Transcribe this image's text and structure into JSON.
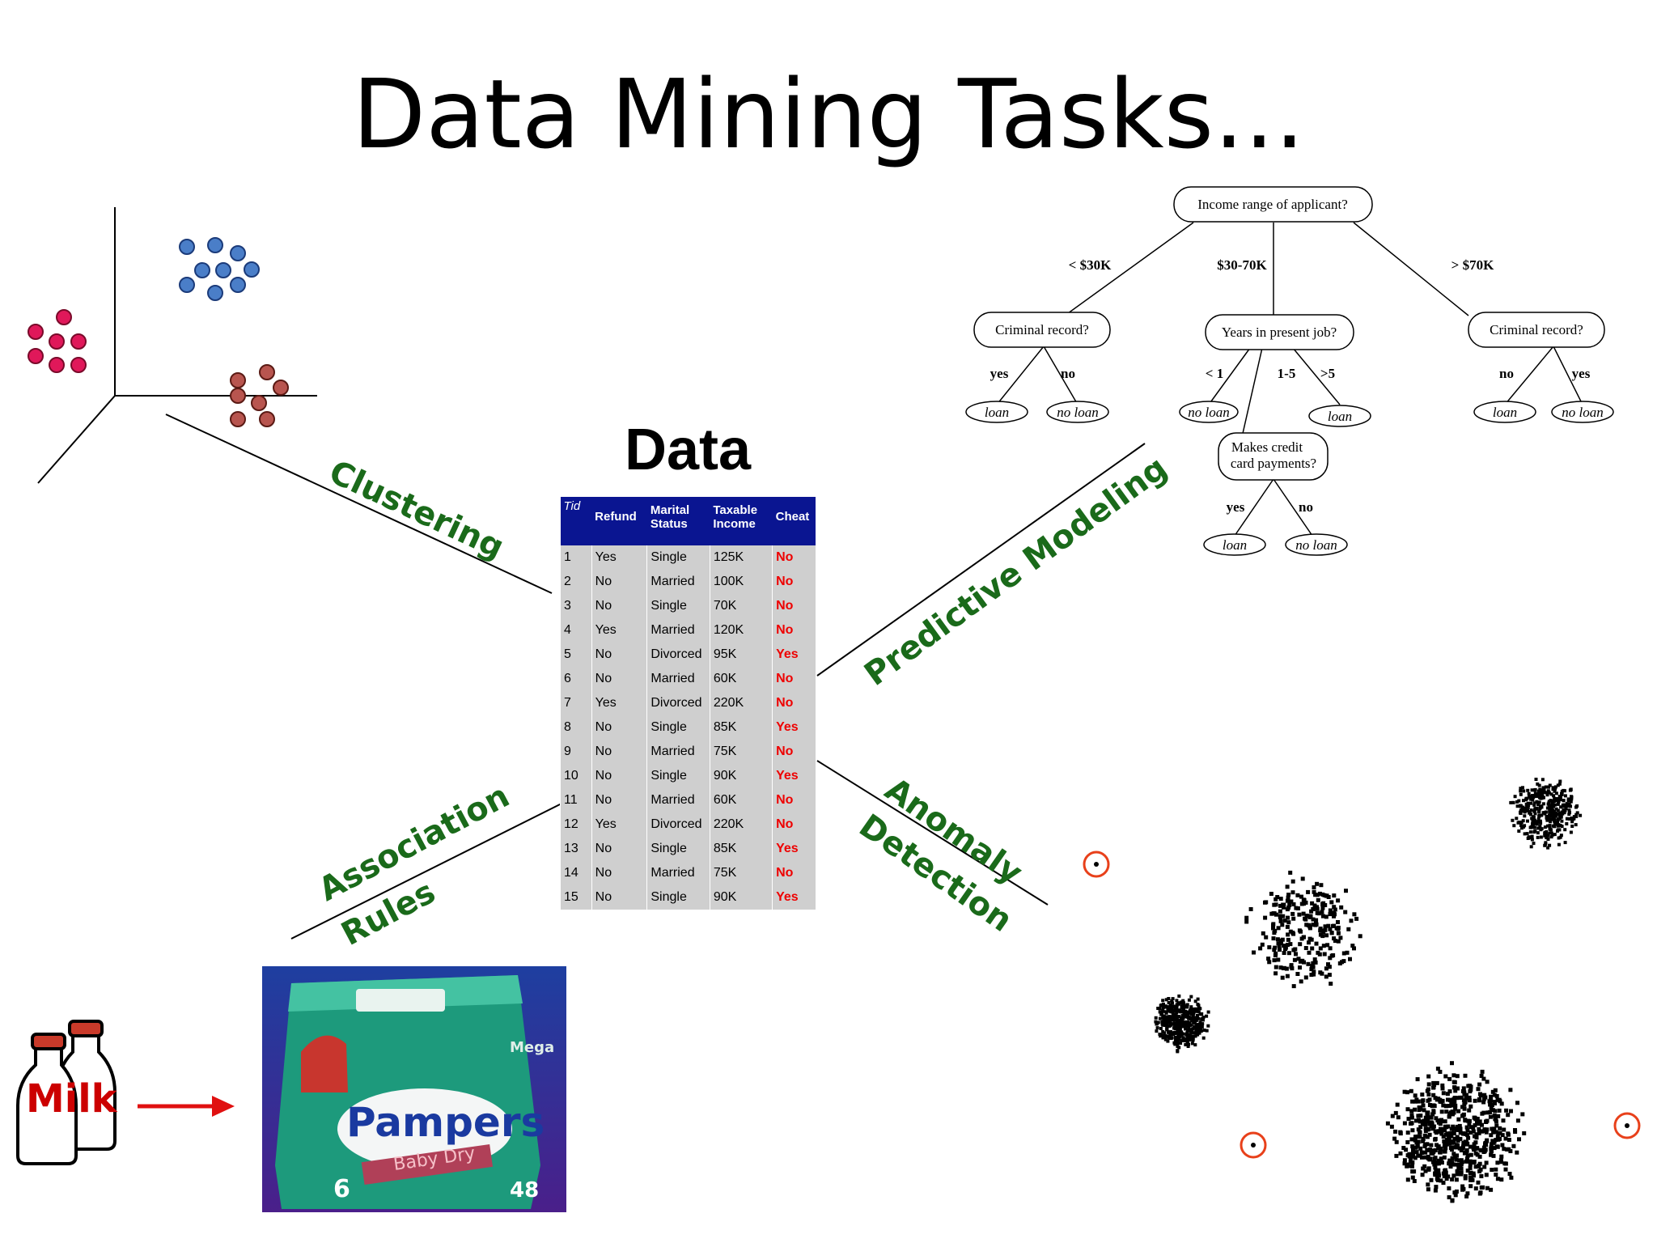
{
  "title": "Data Mining Tasks...",
  "center": {
    "heading": "Data",
    "table": {
      "headers": [
        "Tid",
        "Refund",
        "Marital Status",
        "Taxable Income",
        "Cheat"
      ],
      "rows": [
        [
          "1",
          "Yes",
          "Single",
          "125K",
          "No"
        ],
        [
          "2",
          "No",
          "Married",
          "100K",
          "No"
        ],
        [
          "3",
          "No",
          "Single",
          "70K",
          "No"
        ],
        [
          "4",
          "Yes",
          "Married",
          "120K",
          "No"
        ],
        [
          "5",
          "No",
          "Divorced",
          "95K",
          "Yes"
        ],
        [
          "6",
          "No",
          "Married",
          "60K",
          "No"
        ],
        [
          "7",
          "Yes",
          "Divorced",
          "220K",
          "No"
        ],
        [
          "8",
          "No",
          "Single",
          "85K",
          "Yes"
        ],
        [
          "9",
          "No",
          "Married",
          "75K",
          "No"
        ],
        [
          "10",
          "No",
          "Single",
          "90K",
          "Yes"
        ],
        [
          "11",
          "No",
          "Married",
          "60K",
          "No"
        ],
        [
          "12",
          "Yes",
          "Divorced",
          "220K",
          "No"
        ],
        [
          "13",
          "No",
          "Single",
          "85K",
          "Yes"
        ],
        [
          "14",
          "No",
          "Married",
          "75K",
          "No"
        ],
        [
          "15",
          "No",
          "Single",
          "90K",
          "Yes"
        ]
      ]
    }
  },
  "tasks": {
    "clustering": "Clustering",
    "predictive": "Predictive Modeling",
    "association_1": "Association",
    "association_2": "Rules",
    "anomaly_1": "Anomaly",
    "anomaly_2": "Detection"
  },
  "decision_tree": {
    "root": "Income range of applicant?",
    "branches": [
      "< $30K",
      "$30-70K",
      "> $70K"
    ],
    "left": {
      "question": "Criminal record?",
      "edges": [
        "yes",
        "no"
      ],
      "leaves": [
        "loan",
        "no loan"
      ]
    },
    "middle": {
      "question": "Years in present job?",
      "edges": [
        "< 1",
        "1-5",
        ">5"
      ],
      "leaves": [
        "no loan",
        "loan"
      ]
    },
    "right": {
      "question": "Criminal record?",
      "edges": [
        "no",
        "yes"
      ],
      "leaves": [
        "loan",
        "no loan"
      ]
    },
    "sub": {
      "question_1": "Makes credit",
      "question_2": "card payments?",
      "edges": [
        "yes",
        "no"
      ],
      "leaves": [
        "loan",
        "no loan"
      ]
    }
  },
  "association": {
    "milk_label": "Milk",
    "product_brand": "Pampers",
    "product_sub": "Baby Dry",
    "product_top": "Mega",
    "product_count": "48",
    "product_size": "6"
  },
  "colors": {
    "task_label": "#1a6a1a",
    "table_header": "#0a1591",
    "table_cell": "#cfcfcf",
    "cheat_text": "#ee0000",
    "cluster_blue": "#4a7ec8",
    "cluster_pink": "#e0185a",
    "cluster_brown": "#b8554f",
    "anomaly_circle": "#e8401a"
  }
}
